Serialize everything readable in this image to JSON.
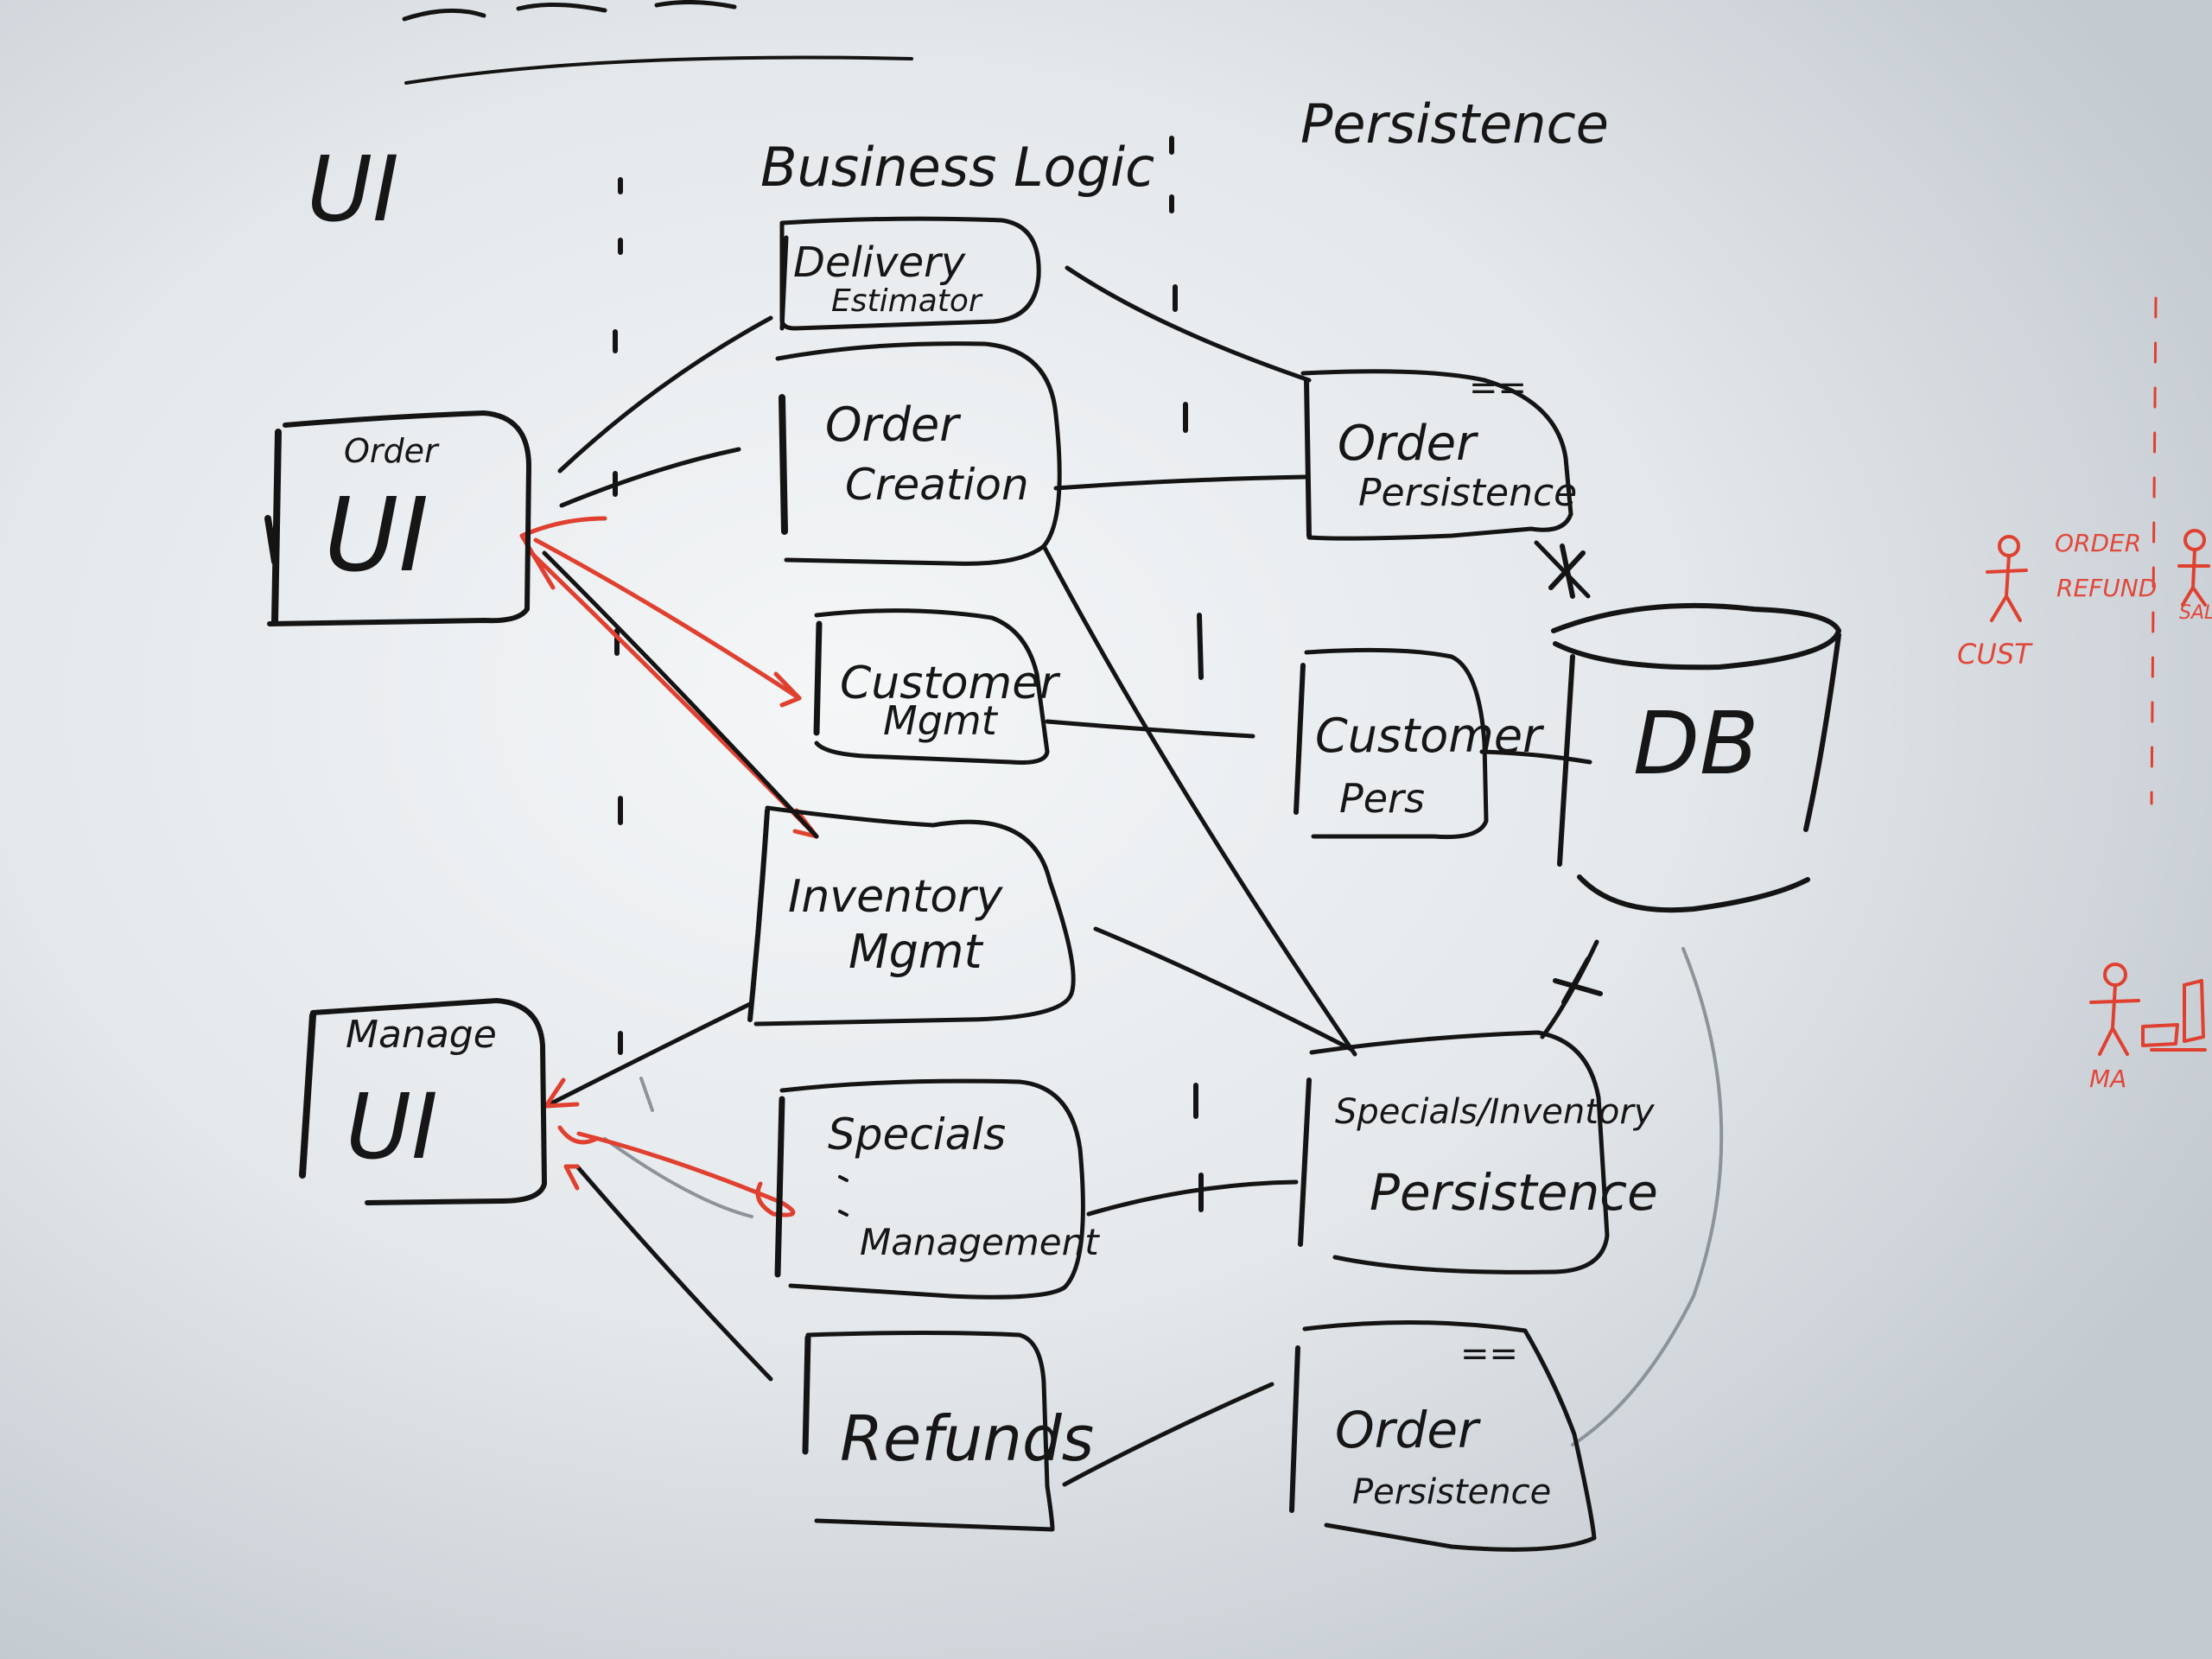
{
  "diagram": {
    "headings": {
      "ui": "UI",
      "business_logic": "Business Logic",
      "persistence": "Persistence"
    },
    "components": {
      "order_ui": {
        "small": "Order",
        "big": "UI"
      },
      "manage_ui": {
        "small": "Manage",
        "big": "UI"
      },
      "delivery_estimator": {
        "line1": "Delivery",
        "line2": "Estimator"
      },
      "order_creation": {
        "line1": "Order",
        "line2": "Creation"
      },
      "customer_mgmt": {
        "line1": "Customer",
        "line2": "Mgmt"
      },
      "inventory_mgmt": {
        "line1": "Inventory",
        "line2": "Mgmt"
      },
      "specials_mgmt": {
        "line1": "Specials",
        "line2": "Management"
      },
      "refunds": {
        "line1": "Refunds"
      },
      "order_persistence_top": {
        "line1": "Order",
        "line2": "Persistence",
        "mark": "=="
      },
      "customer_pers": {
        "line1": "Customer",
        "line2": "Pers"
      },
      "db": {
        "label": "DB"
      },
      "specials_inventory_persistence": {
        "line1": "Specials/Inventory",
        "line2": "Persistence"
      },
      "order_persistence_bottom": {
        "line1": "Order",
        "line2": "Persistence",
        "mark": "=="
      }
    },
    "side_notes": {
      "actor_left_label": "CUST",
      "actor_right_label": "SAL",
      "use_case_line1": "ORDER",
      "use_case_line2": "REFUND",
      "manager_label": "MA"
    }
  }
}
